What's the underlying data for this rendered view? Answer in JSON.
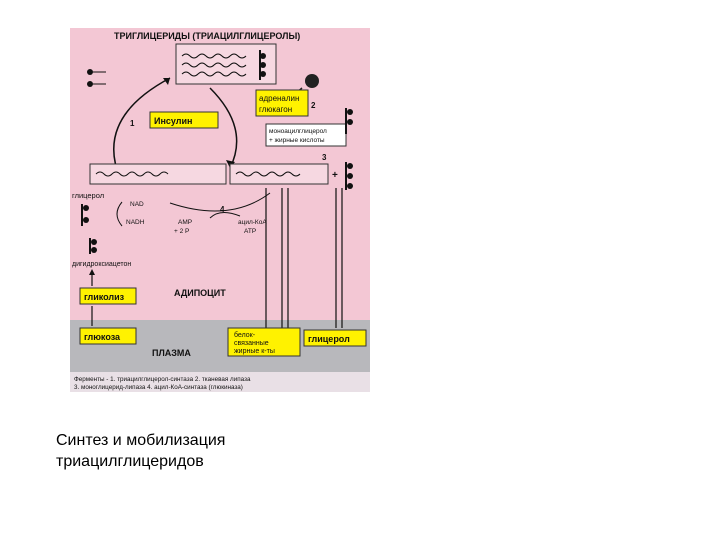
{
  "figure": {
    "title": "ТРИГЛИЦЕРИДЫ (ТРИАЦИЛГЛИЦЕРОЛЫ)",
    "hormones": [
      "адреналин",
      "глюкагон"
    ],
    "insulin_label": "Инсулин",
    "monoacyl_label": [
      "моноацилглицерол",
      "+ жирные кислоты"
    ],
    "glycerol3p_label": "глицерол",
    "nadh_label": "NADH",
    "nad_label": "NAD",
    "amp_label": "AMP",
    "ppi_label": "+ 2 P",
    "atp_label": "ATP",
    "acyl_coa_label": "ацил-КоА",
    "dhap_label": "дигидроксиацетон",
    "glycolysis_label": "гликолиз",
    "adipocyte_label": "АДИПОЦИТ",
    "glucose_label": "глюкоза",
    "plasma_label": "ПЛАЗМА",
    "albumin_label": [
      "белок-",
      "связанные",
      "жирные к-ты"
    ],
    "glycerol_label": "глицерол",
    "enzyme_numbers": [
      "1",
      "2",
      "3",
      "4"
    ],
    "enzymes_line1": "Ферменты - 1. триацилглицерол-синтаза 2. тканевая липаза",
    "enzymes_line2": "3. моноглицерид-липаза 4. ацил-КоА-синтаза (глюкиназа)",
    "colors": {
      "background": "#f3c7d4",
      "yellow_box": "#fff200",
      "plasma": "#b8b8bc",
      "ink": "#111111"
    }
  },
  "caption": {
    "line1": "Синтез и мобилизация",
    "line2": "триацилглицеридов"
  }
}
